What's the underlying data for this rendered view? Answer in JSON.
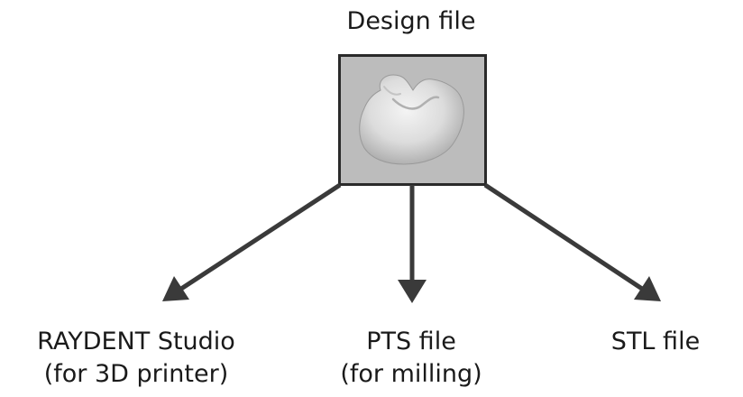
{
  "source": {
    "label": "Design file",
    "icon": "tooth-crown-icon"
  },
  "outputs": [
    {
      "line1": "RAYDENT Studio",
      "line2": "(for 3D printer)"
    },
    {
      "line1": "PTS file",
      "line2": "(for milling)"
    },
    {
      "line1": "STL file",
      "line2": ""
    }
  ],
  "colors": {
    "box_fill": "#bcbcbc",
    "box_border": "#2a2a2a",
    "arrow": "#3a3a3a",
    "text": "#1a1a1a"
  }
}
